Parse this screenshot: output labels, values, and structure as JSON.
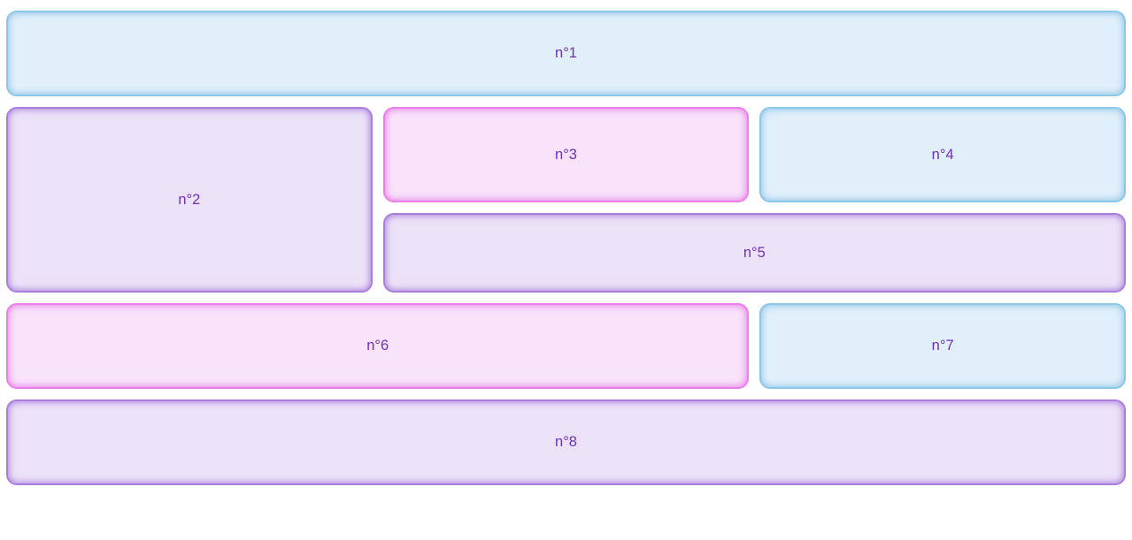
{
  "grid": {
    "items": [
      {
        "label": "n°1",
        "variant": "blue"
      },
      {
        "label": "n°2",
        "variant": "purple"
      },
      {
        "label": "n°3",
        "variant": "pink"
      },
      {
        "label": "n°4",
        "variant": "blue"
      },
      {
        "label": "n°5",
        "variant": "purple"
      },
      {
        "label": "n°6",
        "variant": "pink"
      },
      {
        "label": "n°7",
        "variant": "blue"
      },
      {
        "label": "n°8",
        "variant": "purple"
      }
    ],
    "colors": {
      "blue_border": "#8cc6e8",
      "blue_fill": "#e1effa",
      "pink_border": "#ea7fe9",
      "pink_fill": "#f8e3fb",
      "purple_border": "#ab7edd",
      "purple_fill": "#ece2f8",
      "text": "#6e2fbe",
      "page_background": "#ffffff"
    }
  }
}
